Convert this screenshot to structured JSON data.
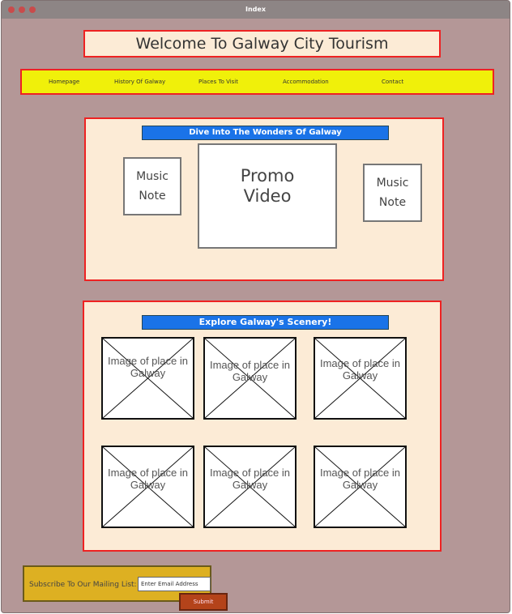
{
  "window": {
    "title": "Index"
  },
  "header": {
    "welcome": "Welcome To Galway City Tourism"
  },
  "nav": {
    "items": [
      "Homepage",
      "History Of Galway",
      "Places To Visit",
      "Accommodation",
      "Contact"
    ]
  },
  "promo_section": {
    "banner": "Dive Into The Wonders Of Galway",
    "music_left": "Music Note",
    "video": "Promo Video",
    "music_right": "Music Note"
  },
  "scenery_section": {
    "banner": "Explore Galway's Scenery!",
    "images": [
      "Image of place in Galway",
      "Image of place in Galway",
      "Image of place in Galway",
      "Image of place in Galway",
      "Image of place in Galway",
      "Image of place in Galway"
    ]
  },
  "mailing": {
    "label": "Subscribe To Our Mailing List:",
    "placeholder": "Enter Email Address",
    "submit": "Submit"
  },
  "colors": {
    "background": "#b49797",
    "panel": "#fcebd6",
    "border_red": "#ee2222",
    "nav_yellow": "#f0f00a",
    "banner_blue": "#1a73e8",
    "subscribe_gold": "#ddb022",
    "submit_orange": "#b4431a"
  }
}
